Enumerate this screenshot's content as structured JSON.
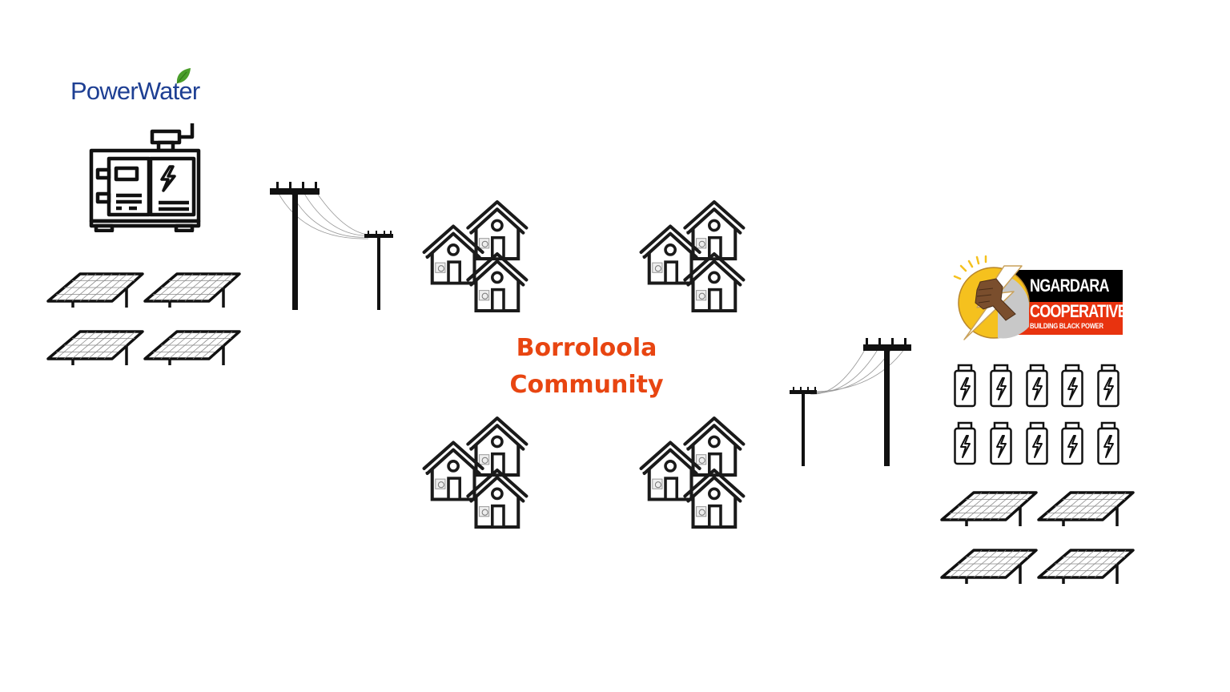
{
  "powerwater": {
    "logo_text": "PowerWater",
    "brand_color": "#1e3f93",
    "leaf_color": "#4a9e2a"
  },
  "community": {
    "label_line1": "Borroloola",
    "label_line2": "Community",
    "label_color": "#e84511"
  },
  "ngardara": {
    "title": "NGARDARA",
    "subtitle": "COOPERATIVE",
    "tagline": "BUILDING BLACK POWER",
    "band_top_color": "#000000",
    "band_bottom_color": "#e8330f",
    "circle_color": "#f5c11e"
  },
  "icons": {
    "left_site": [
      "generator-icon",
      "solar-panel-icon x4"
    ],
    "left_lines": "power-lines-icon",
    "houses": "house-cluster-icon x4",
    "right_lines": "power-lines-icon",
    "right_site": [
      "battery-icon x10",
      "solar-panel-icon x4"
    ]
  }
}
